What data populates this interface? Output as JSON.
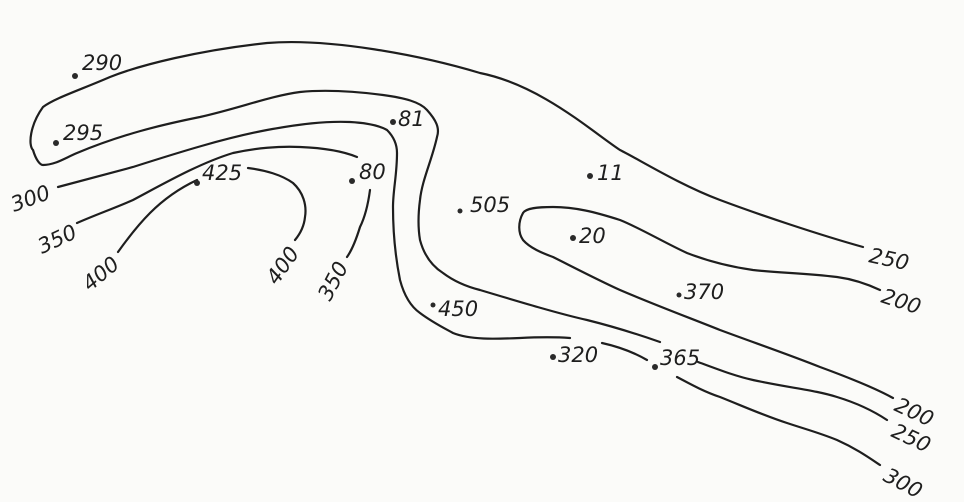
{
  "points": [
    {
      "id": "p290",
      "value": "290"
    },
    {
      "id": "p295",
      "value": "295"
    },
    {
      "id": "p425",
      "value": "425"
    },
    {
      "id": "p81",
      "value": "81"
    },
    {
      "id": "p80",
      "value": "80"
    },
    {
      "id": "p505",
      "value": "505"
    },
    {
      "id": "p11",
      "value": "11"
    },
    {
      "id": "p20",
      "value": "20"
    },
    {
      "id": "p370",
      "value": "370"
    },
    {
      "id": "p450",
      "value": "450"
    },
    {
      "id": "p320",
      "value": "320"
    },
    {
      "id": "p365",
      "value": "365"
    }
  ],
  "isolines": {
    "c250_top": "250",
    "c250_bottom": "250",
    "c300_left": "300",
    "c300_right": "300",
    "c350_left": "350",
    "c350_mid": "350",
    "c400_left": "400",
    "c400_mid": "400",
    "c200_upper": "200",
    "c200_lower": "200"
  },
  "colors": {
    "ink": "#1e1e1e",
    "paper": "#fbfbf9"
  }
}
